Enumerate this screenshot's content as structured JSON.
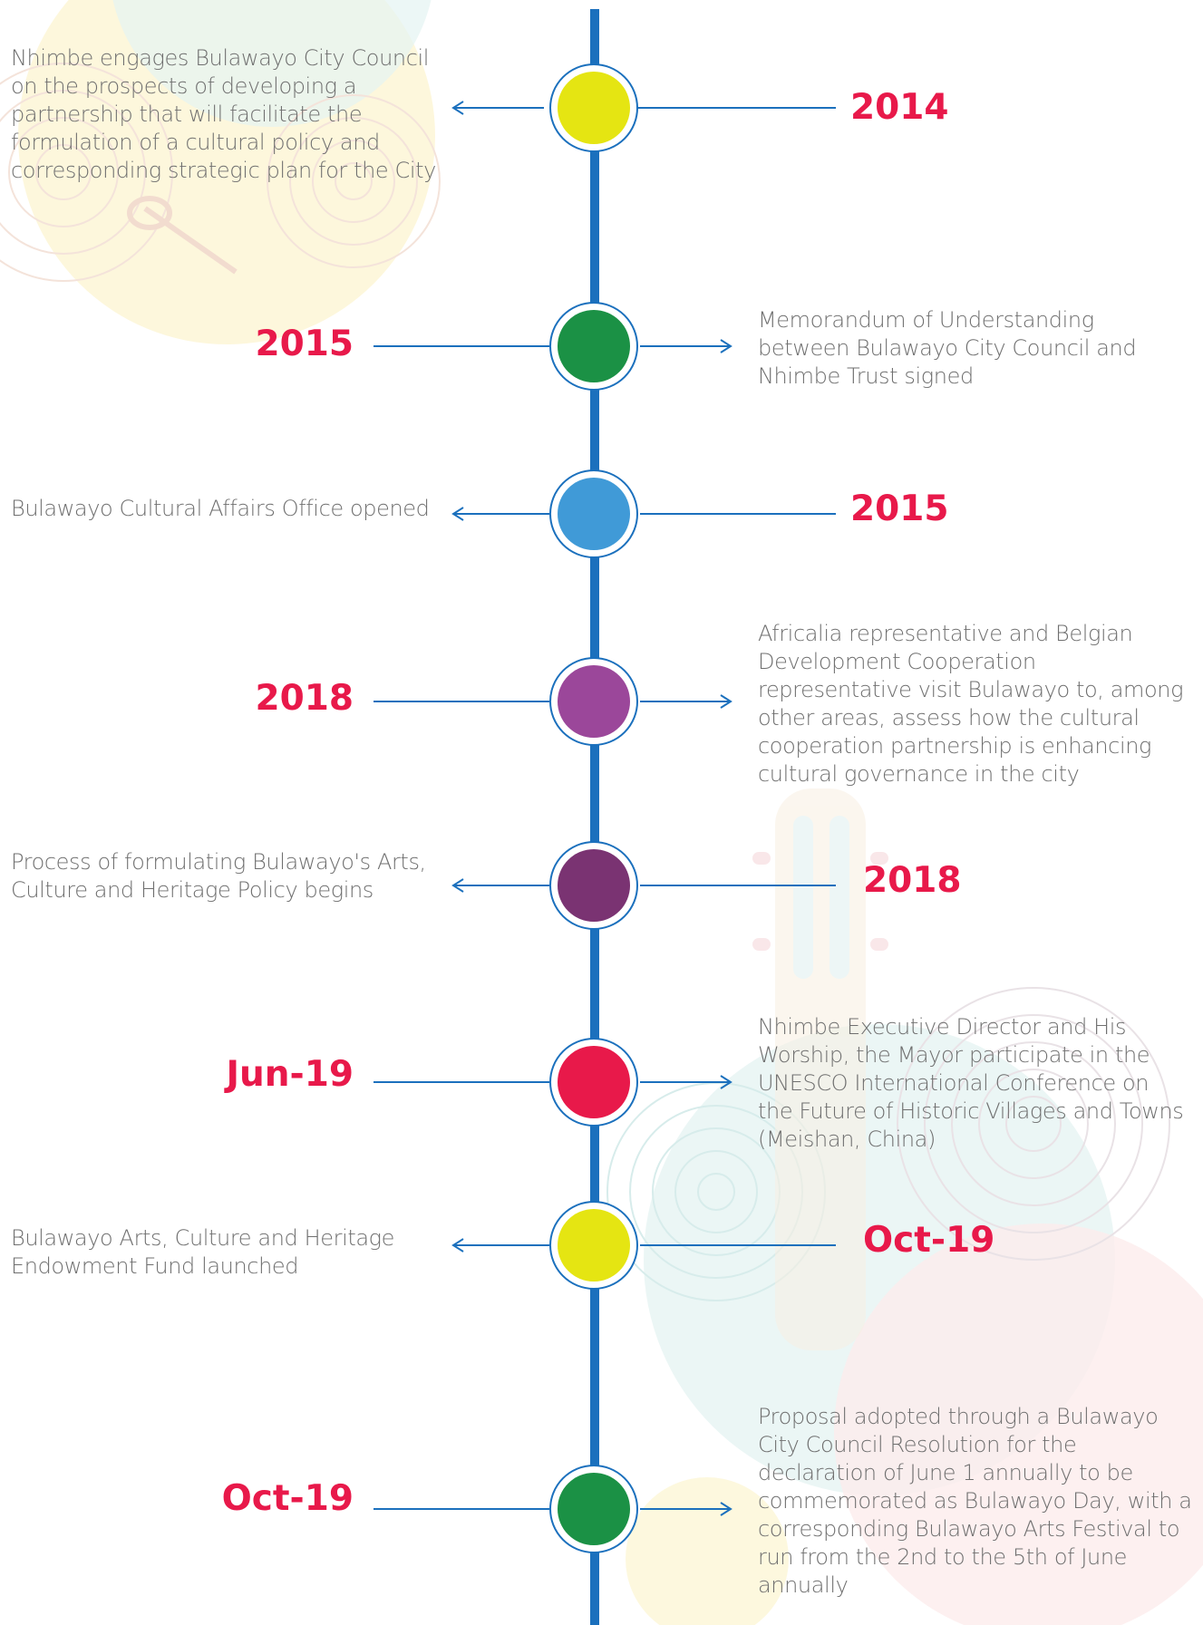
{
  "colors": {
    "spine": "#1b70bd",
    "year_text": "#e8194a",
    "description_text": "#6f6f6f",
    "yellow": "#e5e512",
    "green": "#1b9145",
    "light_blue": "#409ad7",
    "violet": "#9b479a",
    "plum": "#7a3372",
    "crimson": "#e8194a"
  },
  "events": [
    {
      "date": "2014",
      "description": "Nhimbe engages Bulawayo City Council on the prospects of developing a partnership that will facilitate the formulation of a cultural policy and corresponding strategic plan for the City",
      "node_color": "#e5e512",
      "description_side": "left"
    },
    {
      "date": "2015",
      "description": "Memorandum of Understanding between Bulawayo City Council and Nhimbe Trust signed",
      "node_color": "#1b9145",
      "description_side": "right"
    },
    {
      "date": "2015",
      "description": "Bulawayo Cultural Affairs Office opened",
      "node_color": "#409ad7",
      "description_side": "left"
    },
    {
      "date": "2018",
      "description": "Africalia representative and Belgian Development Cooperation representative visit Bulawayo to, among other areas, assess how the cultural cooperation partnership is enhancing cultural governance in the city",
      "node_color": "#9b479a",
      "description_side": "right"
    },
    {
      "date": "2018",
      "description": "Process of formulating Bulawayo's Arts, Culture and Heritage Policy begins",
      "node_color": "#7a3372",
      "description_side": "left"
    },
    {
      "date": "Jun-19",
      "description": "Nhimbe Executive Director and His Worship, the Mayor participate in the UNESCO International Conference on the Future of Historic Villages and Towns (Meishan, China)",
      "node_color": "#e8194a",
      "description_side": "right"
    },
    {
      "date": "Oct-19",
      "description": "Bulawayo Arts, Culture and Heritage Endowment Fund launched",
      "node_color": "#e5e512",
      "description_side": "left"
    },
    {
      "date": "Oct-19",
      "description": "Proposal adopted through a Bulawayo City Council Resolution for the declaration of June 1 annually to be commemorated as Bulawayo Day, with a corresponding Bulawayo Arts Festival to run from the 2nd to the 5th of June annually",
      "node_color": "#1b9145",
      "description_side": "right"
    }
  ]
}
